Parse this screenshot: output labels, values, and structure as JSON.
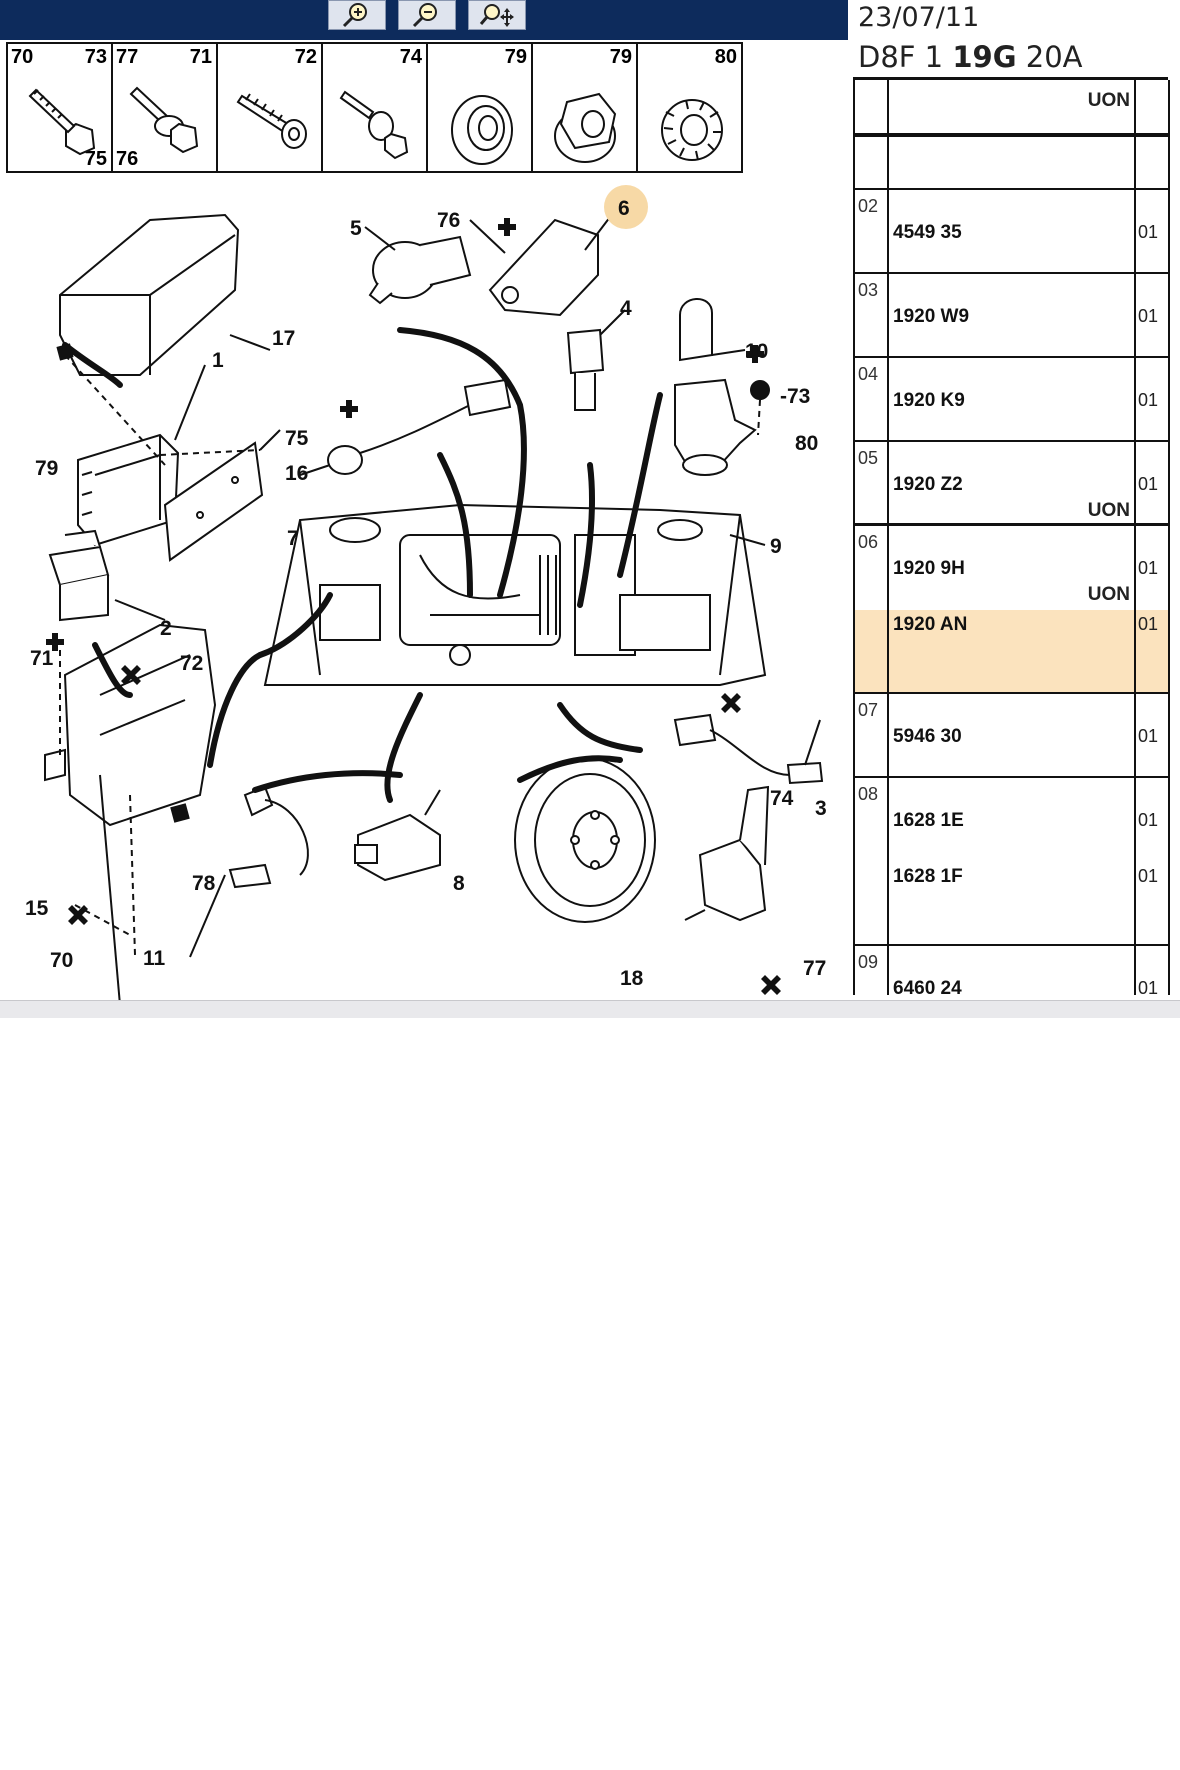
{
  "toolbar": {
    "buttons": [
      {
        "name": "zoom-in",
        "icon": "zoom-in-icon"
      },
      {
        "name": "zoom-out",
        "icon": "zoom-out-icon"
      },
      {
        "name": "pan-zoom",
        "icon": "pan-zoom-icon"
      }
    ],
    "color": "#0d2b5c"
  },
  "header": {
    "date": "23/07/11",
    "code_part1": "D8F 1",
    "code_part2": "19G",
    "code_part3": "20A"
  },
  "fasteners": [
    {
      "top_left": "70",
      "top_right": "73",
      "bottom": "75"
    },
    {
      "top_left": "77",
      "top_right": "71",
      "bottom": "76"
    },
    {
      "top_left": "",
      "top_right": "72",
      "bottom": ""
    },
    {
      "top_left": "",
      "top_right": "74",
      "bottom": ""
    },
    {
      "top_left": "",
      "top_right": "79",
      "bottom": ""
    },
    {
      "top_left": "",
      "top_right": "79",
      "bottom": ""
    },
    {
      "top_left": "",
      "top_right": "80",
      "bottom": ""
    }
  ],
  "diagram": {
    "callouts": [
      "1",
      "2",
      "3",
      "4",
      "5",
      "6",
      "7",
      "8",
      "9",
      "10",
      "11",
      "15",
      "16",
      "17",
      "18",
      "70",
      "71",
      "72",
      "73",
      "74",
      "75",
      "76",
      "77",
      "78",
      "79",
      "80"
    ],
    "highlight_color": "#f7d9a6"
  },
  "parts_table": {
    "header_uon": "UON",
    "highlight_color": "#fbe3be",
    "rows": [
      {
        "pos": "02",
        "entries": [
          {
            "part": "4549 35",
            "qty": "01"
          }
        ],
        "uon_after": ""
      },
      {
        "pos": "03",
        "entries": [
          {
            "part": "1920 W9",
            "qty": "01"
          }
        ],
        "uon_after": ""
      },
      {
        "pos": "04",
        "entries": [
          {
            "part": "1920 K9",
            "qty": "01"
          }
        ],
        "uon_after": ""
      },
      {
        "pos": "05",
        "entries": [
          {
            "part": "1920 Z2",
            "qty": "01"
          }
        ],
        "uon_after": "UON"
      },
      {
        "pos": "06",
        "entries": [
          {
            "part": "1920 9H",
            "qty": "01"
          }
        ],
        "uon_after": "UON"
      },
      {
        "pos": "",
        "entries": [
          {
            "part": "1920 AN",
            "qty": "01"
          }
        ],
        "uon_after": "",
        "highlighted": true
      },
      {
        "pos": "07",
        "entries": [
          {
            "part": "5946 30",
            "qty": "01"
          }
        ],
        "uon_after": ""
      },
      {
        "pos": "08",
        "entries": [
          {
            "part": "1628 1E",
            "qty": "01"
          },
          {
            "part": "1628 1F",
            "qty": "01"
          }
        ],
        "uon_after": ""
      },
      {
        "pos": "09",
        "entries": [
          {
            "part": "6460 24",
            "qty": "01"
          }
        ],
        "uon_after": ""
      }
    ]
  }
}
